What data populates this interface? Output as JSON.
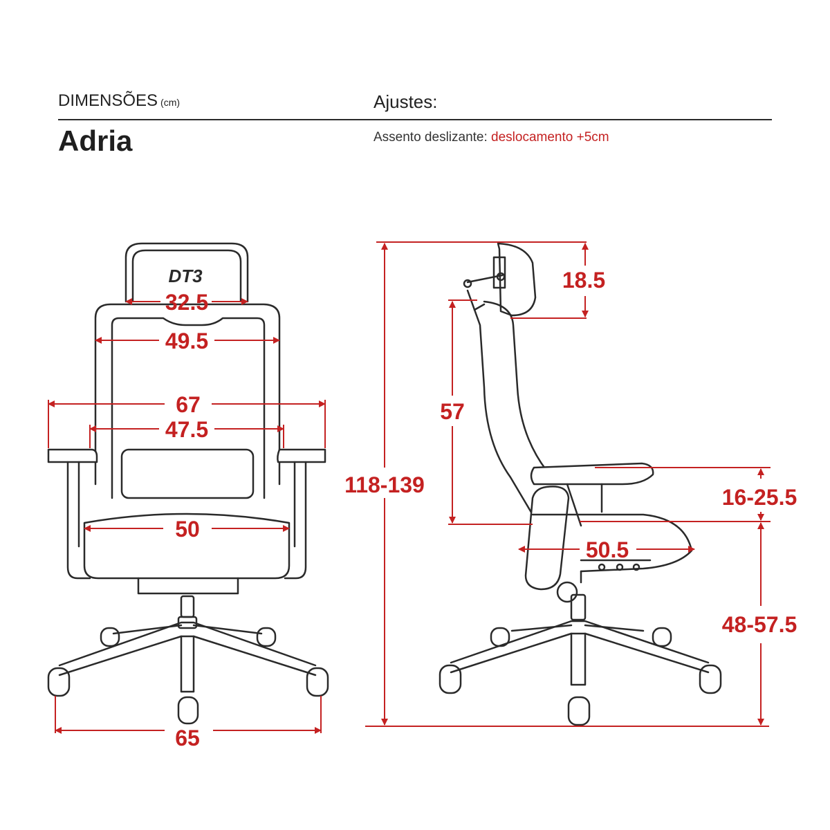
{
  "header": {
    "dimensions_label": "DIMENSÕES",
    "dimensions_unit": "(cm)",
    "adjustments_label": "Ajustes:",
    "model_name": "Adria",
    "adjustment_item_label": "Assento deslizante:",
    "adjustment_item_value": "deslocamento +5cm"
  },
  "logo_text": "DT3",
  "dimensions": {
    "front": {
      "headrest_width": "32.5",
      "backrest_width": "49.5",
      "armrest_outer_width": "67",
      "armrest_inner_width": "47.5",
      "seat_width": "50",
      "base_width": "65"
    },
    "side": {
      "headrest_adjust": "18.5",
      "backrest_height": "57",
      "total_height": "118-139",
      "armrest_height": "16-25.5",
      "seat_depth": "50.5",
      "seat_height": "48-57.5"
    }
  },
  "colors": {
    "accent": "#c42121",
    "line": "#2a2a2a"
  }
}
